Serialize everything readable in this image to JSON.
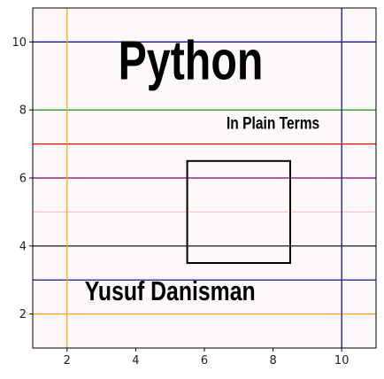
{
  "chart_data": {
    "type": "line",
    "title": "",
    "xlabel": "",
    "ylabel": "",
    "xlim": [
      1,
      11
    ],
    "ylim": [
      1,
      11
    ],
    "xticks": [
      2,
      4,
      6,
      8,
      10
    ],
    "yticks": [
      2,
      4,
      6,
      8,
      10
    ],
    "grid": false,
    "background": "#fcf8f8",
    "horizontal_lines": [
      {
        "y": 10,
        "color": "#000080"
      },
      {
        "y": 8,
        "color": "#008000"
      },
      {
        "y": 7,
        "color": "#ff0000"
      },
      {
        "y": 6,
        "color": "#800080"
      },
      {
        "y": 5,
        "color": "#ffc0cb"
      },
      {
        "y": 4,
        "color": "#000000"
      },
      {
        "y": 3,
        "color": "#000080"
      },
      {
        "y": 2,
        "color": "#ffa500"
      }
    ],
    "vertical_lines": [
      {
        "x": 2,
        "color": "#ffa500"
      },
      {
        "x": 10,
        "color": "#000080"
      }
    ],
    "rectangle": {
      "x0": 5.5,
      "x1": 8.5,
      "y0": 3.5,
      "y1": 6.5,
      "color": "#000000"
    },
    "annotations": [
      {
        "text": "Python",
        "x": 5.6,
        "y": 8.9
      },
      {
        "text": "In Plain Terms",
        "x": 8.0,
        "y": 7.45
      },
      {
        "text": "Yusuf Danisman",
        "x": 5.0,
        "y": 2.4
      }
    ]
  }
}
